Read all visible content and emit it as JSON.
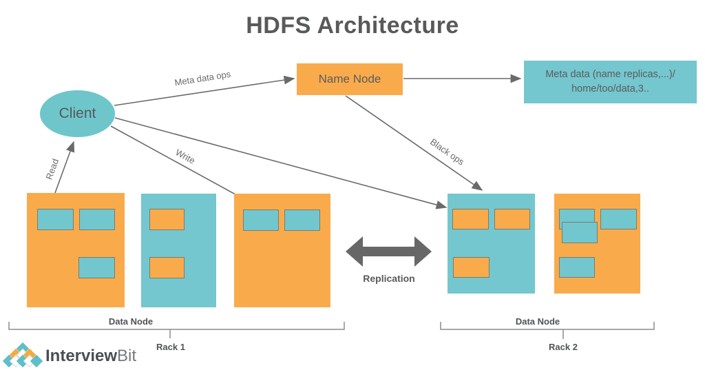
{
  "title": "HDFS Architecture",
  "nodes": {
    "client": "Client",
    "name_node": "Name Node",
    "meta_line1": "Meta data (name replicas,...)/",
    "meta_line2": "home/too/data,3.."
  },
  "edges": {
    "meta_data_ops": "Meta data ops",
    "write": "Write",
    "read": "Read",
    "black_ops": "Black ops",
    "replication": "Replication"
  },
  "racks": {
    "rack1": {
      "label": "Rack 1",
      "data_node_label": "Data Node"
    },
    "rack2": {
      "label": "Rack 2",
      "data_node_label": "Data Node"
    }
  },
  "footer": {
    "brand_bold": "Interview",
    "brand_light": "Bit"
  },
  "colors": {
    "orange": "#F9AB4B",
    "teal": "#74C7CE",
    "text_dark": "#58595B",
    "line_gray": "#6A6A6A",
    "replication_arrow": "#676767",
    "block_border": "#7B7C6D"
  }
}
